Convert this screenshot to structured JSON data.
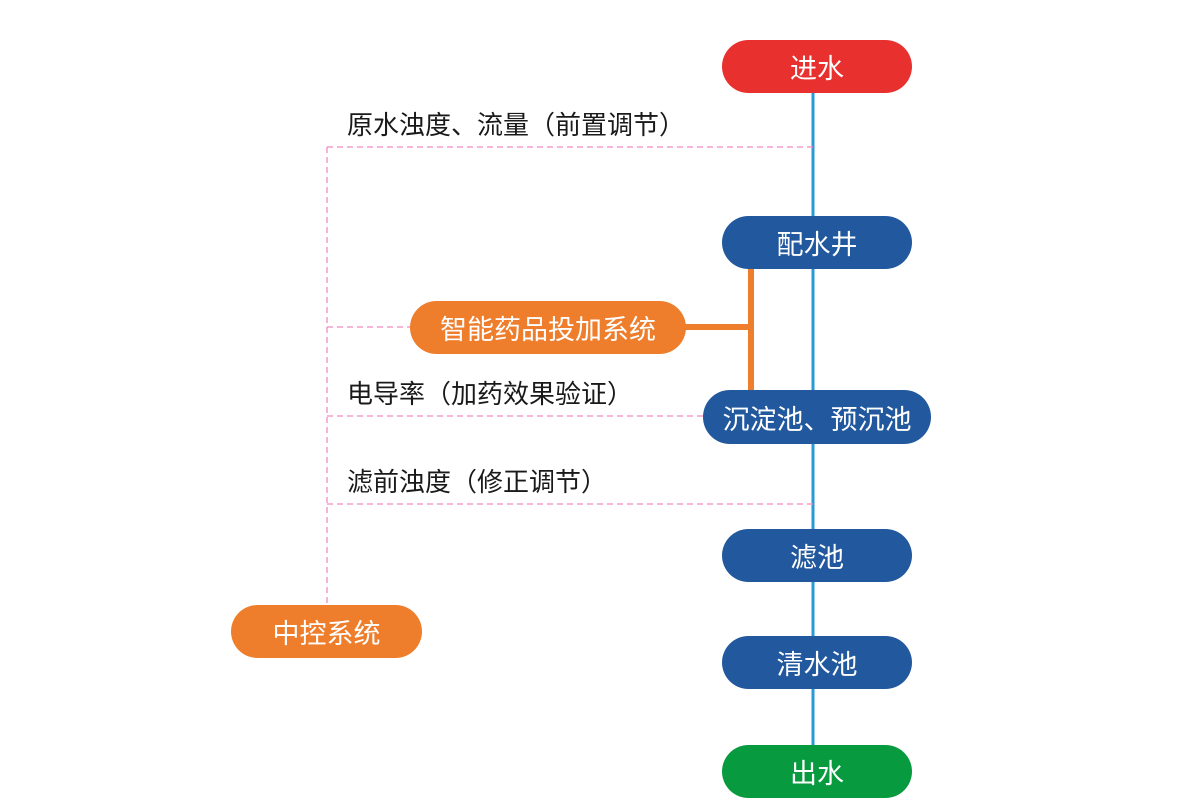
{
  "colors": {
    "main_line": "#2a9ad4",
    "dashed_line": "#f28bbf",
    "start_node": "#e8312f",
    "process_node": "#22589e",
    "end_node": "#089a3e",
    "control_node": "#ee7e2c",
    "control_link": "#ee7e2c"
  },
  "nodes": {
    "inlet": "进水",
    "distribution_well": "配水井",
    "sedimentation": "沉淀池、预沉池",
    "filter": "滤池",
    "clear_water": "清水池",
    "outlet": "出水",
    "dosing_system": "智能药品投加系统",
    "central_control": "中控系统"
  },
  "signals": {
    "raw_water": "原水浊度、流量（前置调节）",
    "conductivity": "电导率（加药效果验证）",
    "pre_filter": "滤前浊度（修正调节）"
  }
}
